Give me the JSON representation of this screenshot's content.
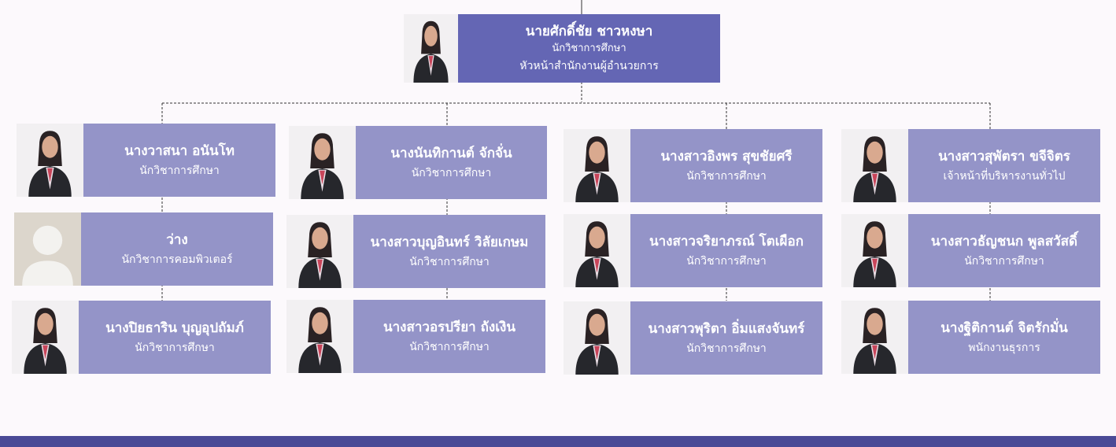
{
  "colors": {
    "background": "#fcf9fc",
    "head_panel": "#6466b4",
    "staff_panel": "#9494c8",
    "connector": "#333333",
    "bar": "#4a4a96"
  },
  "head": {
    "name": "นายศักดิ์ชัย ชาวหงษา",
    "title": "นักวิชาการศึกษา",
    "role": "หัวหน้าสำนักงานผู้อำนวยการ",
    "photo": "person-photo"
  },
  "columns": [
    {
      "members": [
        {
          "name": "นางวาสนา อนันโท",
          "title": "นักวิชาการศึกษา",
          "photo": "person-photo"
        },
        {
          "name": "ว่าง",
          "title": "นักวิชาการคอมพิวเตอร์",
          "photo": "placeholder-avatar-icon"
        },
        {
          "name": "นางปิยธาริน บุญอุปถัมภ์",
          "title": "นักวิชาการศึกษา",
          "photo": "person-photo"
        }
      ]
    },
    {
      "members": [
        {
          "name": "นางนันทิกานต์ จักจั่น",
          "title": "นักวิชาการศึกษา",
          "photo": "person-photo"
        },
        {
          "name": "นางสาวบุญอินทร์ วิลัยเกษม",
          "title": "นักวิชาการศึกษา",
          "photo": "person-photo"
        },
        {
          "name": "นางสาวอรปรียา ถังเงิน",
          "title": "นักวิชาการศึกษา",
          "photo": "person-photo"
        }
      ]
    },
    {
      "members": [
        {
          "name": "นางสาวอิงพร สุขชัยศรี",
          "title": "นักวิชาการศึกษา",
          "photo": "person-photo"
        },
        {
          "name": "นางสาวจริยาภรณ์ โตเผือก",
          "title": "นักวิชาการศึกษา",
          "photo": "person-photo"
        },
        {
          "name": "นางสาวพุริตา อิ่มแสงจันทร์",
          "title": "นักวิชาการศึกษา",
          "photo": "person-photo"
        }
      ]
    },
    {
      "members": [
        {
          "name": "นางสาวสุพัตรา ขจีจิตร",
          "title": "เจ้าหน้าที่บริหารงานทั่วไป",
          "photo": "person-photo"
        },
        {
          "name": "นางสาวธัญชนก พูลสวัสดิ์",
          "title": "นักวิชาการศึกษา",
          "photo": "person-photo"
        },
        {
          "name": "นางฐิติกานต์ จิตรักมั่น",
          "title": "พนักงานธุรการ",
          "photo": "person-photo"
        }
      ]
    }
  ]
}
